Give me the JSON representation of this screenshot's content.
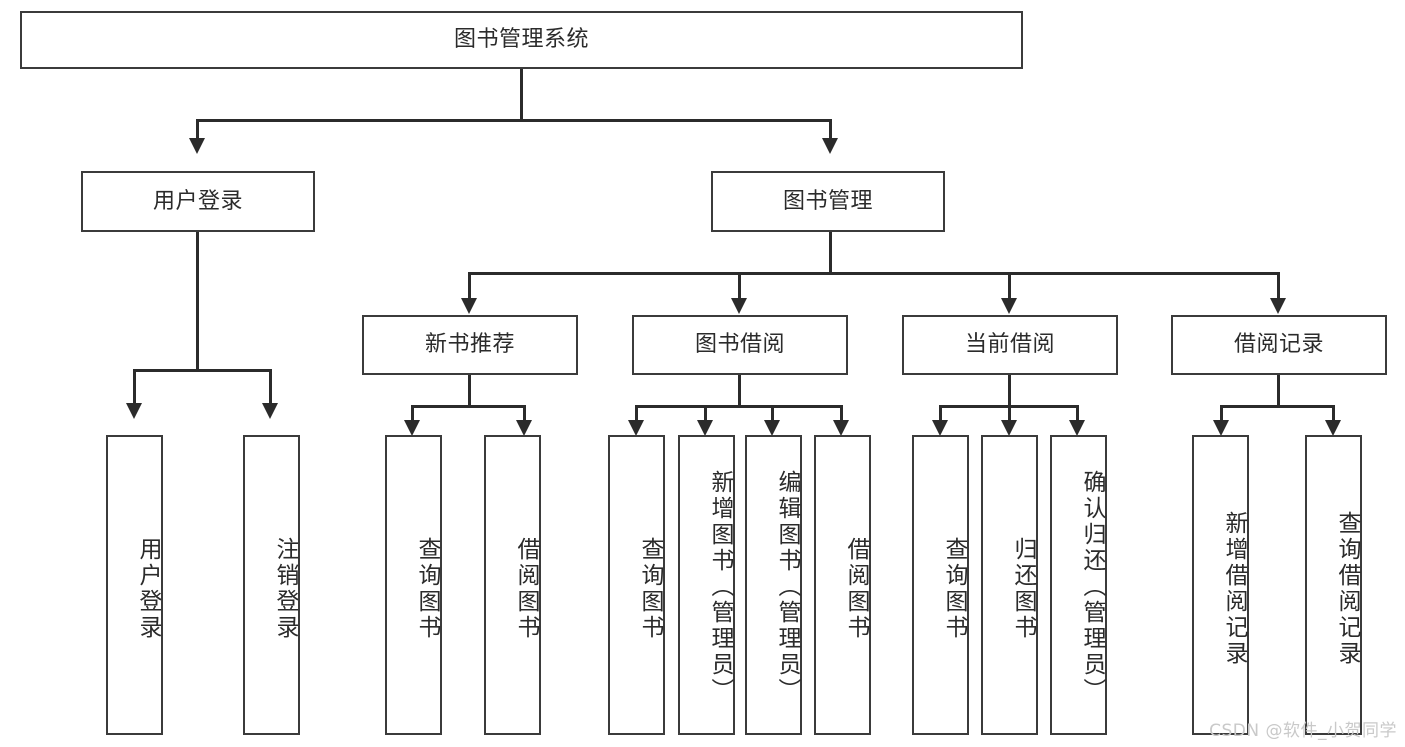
{
  "diagram": {
    "type": "tree",
    "title": "图书管理系统",
    "watermark": "CSDN @软件_小贺同学",
    "colors": {
      "box_border": "#3b3b3b",
      "connector": "#2b2b2b",
      "text": "#2b2b2b",
      "background": "#ffffff",
      "watermark": "#c9c9c9"
    },
    "levels": {
      "root": "图书管理系统",
      "level2": [
        "用户登录",
        "图书管理"
      ],
      "level3": [
        "新书推荐",
        "图书借阅",
        "当前借阅",
        "借阅记录"
      ]
    },
    "nodes": {
      "root": {
        "label": "图书管理系统"
      },
      "user_login": {
        "label": "用户登录"
      },
      "book_manage": {
        "label": "图书管理"
      },
      "new_book_rec": {
        "label": "新书推荐"
      },
      "book_borrow": {
        "label": "图书借阅"
      },
      "current_borrow": {
        "label": "当前借阅"
      },
      "borrow_record": {
        "label": "借阅记录"
      }
    },
    "leaves": {
      "user_login": [
        {
          "label": "用户登录"
        },
        {
          "label": "注销登录"
        }
      ],
      "new_book_rec": [
        {
          "label": "查询图书"
        },
        {
          "label": "借阅图书"
        }
      ],
      "book_borrow": [
        {
          "label": "查询图书"
        },
        {
          "label": "新增图书（管理员）"
        },
        {
          "label": "编辑图书（管理员）"
        },
        {
          "label": "借阅图书"
        }
      ],
      "current_borrow": [
        {
          "label": "查询图书"
        },
        {
          "label": "归还图书"
        },
        {
          "label": "确认归还（管理员）"
        }
      ],
      "borrow_record": [
        {
          "label": "新增借阅记录"
        },
        {
          "label": "查询借阅记录"
        }
      ]
    }
  }
}
